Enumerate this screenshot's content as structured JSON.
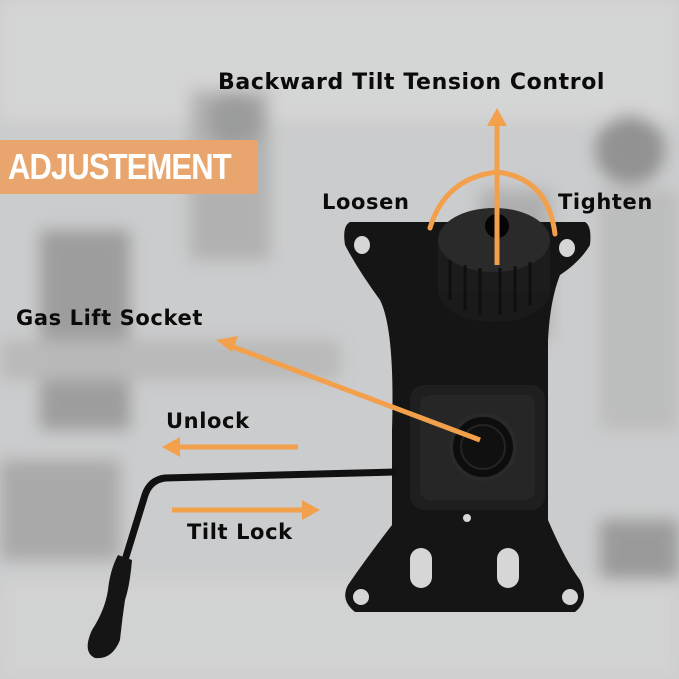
{
  "badge": {
    "text": "ADJUSTEMENT",
    "color": "#e8a66e"
  },
  "labels": {
    "tension_control": "Backward Tilt Tension Control",
    "loosen": "Loosen",
    "tighten": "Tighten",
    "gas_lift": "Gas Lift Socket",
    "unlock": "Unlock",
    "tilt_lock": "Tilt Lock"
  },
  "colors": {
    "arrow": "#f3a04c",
    "background": "#c9cacc",
    "text": "#0b0b0b",
    "mechanism": "#151515"
  }
}
